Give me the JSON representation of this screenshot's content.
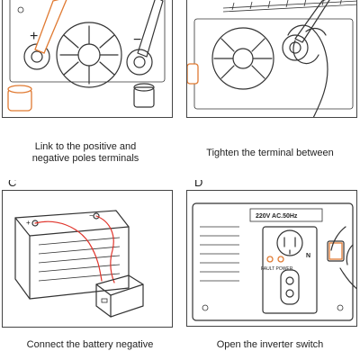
{
  "panels": [
    {
      "letter": "",
      "caption_lines": [
        "Link to the positive and",
        "negative poles terminals"
      ]
    },
    {
      "letter": "",
      "caption_lines": [
        "Tighten the terminal between"
      ]
    },
    {
      "letter": "C",
      "caption_lines": [
        "Connect the battery negative"
      ]
    },
    {
      "letter": "D",
      "caption_lines": [
        "Open the inverter switch"
      ]
    }
  ],
  "labels": {
    "positive": "+",
    "negative": "−",
    "voltage": "220V AC.50Hz",
    "fault_power": "FAULT POWER",
    "n_mark": "N"
  },
  "colors": {
    "line": "#333333",
    "accent_orange": "#e07a32",
    "wire_red": "#e0342b"
  }
}
